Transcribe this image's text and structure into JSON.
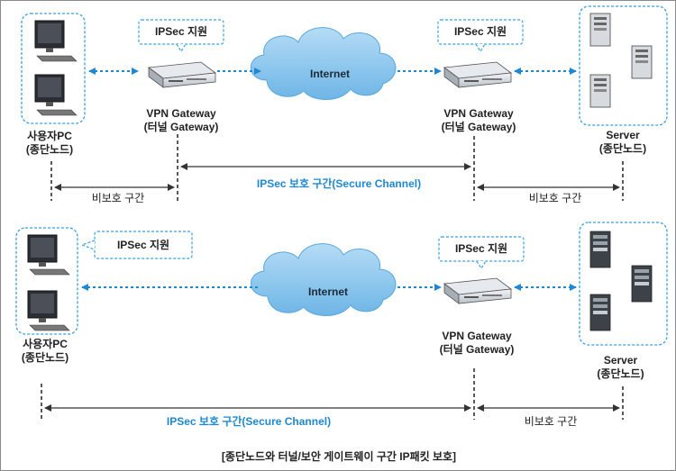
{
  "caption": "[종단노드와 터널/보안 게이트웨이 구간 IP패킷 보호]",
  "colors": {
    "accent": "#1e88d2",
    "cloud": "#8ec9ef",
    "panel_border": "#3aa0e0"
  },
  "top": {
    "pc_label": "사용자PC",
    "pc_sub": "(종단노드)",
    "gw_left_callout": "IPSec 지원",
    "gw_left_label": "VPN Gateway",
    "gw_left_sub": "(터널 Gateway)",
    "cloud": "Internet",
    "gw_right_callout": "IPSec 지원",
    "gw_right_label": "VPN Gateway",
    "gw_right_sub": "(터널 Gateway)",
    "server_label": "Server",
    "server_sub": "(종단노드)",
    "left_span": "비보호 구간",
    "mid_span": "IPSec 보호 구간(Secure Channel)",
    "right_span": "비보호 구간"
  },
  "bottom": {
    "pc_callout": "IPSec 지원",
    "pc_label": "사용자PC",
    "pc_sub": "(종단노드)",
    "cloud": "Internet",
    "gw_callout": "IPSec 지원",
    "gw_label": "VPN Gateway",
    "gw_sub": "(터널 Gateway)",
    "server_label": "Server",
    "server_sub": "(종단노드)",
    "mid_span": "IPSec 보호 구간(Secure Channel)",
    "right_span": "비보호 구간"
  }
}
